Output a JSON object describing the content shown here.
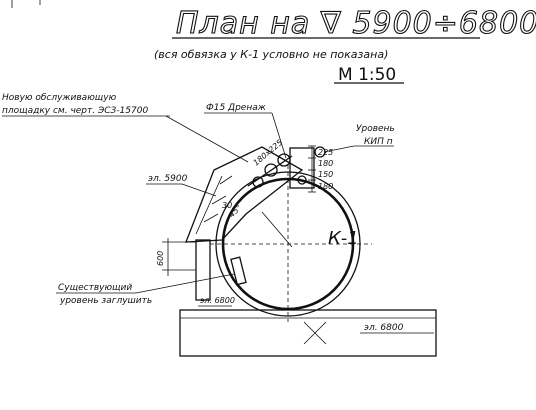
{
  "header": {
    "title": "План на ∇ 5900÷6800",
    "subtitle": "(вся обвязка у К-1 условно не показана)",
    "scale": "М 1:50"
  },
  "labels": {
    "new_platform_line1": "Новую обслуживающую",
    "new_platform_line2": "площадку см. черт. ЭСЗ-15700",
    "drainage": "Ф15 Дренаж",
    "level_line1": "Уровень",
    "level_line2": "КИП п",
    "elevation_5900": "эл. 5900",
    "vessel": "К-1",
    "existing_line1": "Существующий",
    "existing_line2": "уровень заглушить",
    "elevation_6800_left": "эл. 6800",
    "elevation_6800_right": "эл. 6800",
    "dim_600": "600",
    "dim_225": "225",
    "dim_180_a": "180",
    "dim_150": "150",
    "dim_180_b": "180",
    "dim_180x225": "180x225",
    "dim_30": "30",
    "dim_45": "45°"
  }
}
